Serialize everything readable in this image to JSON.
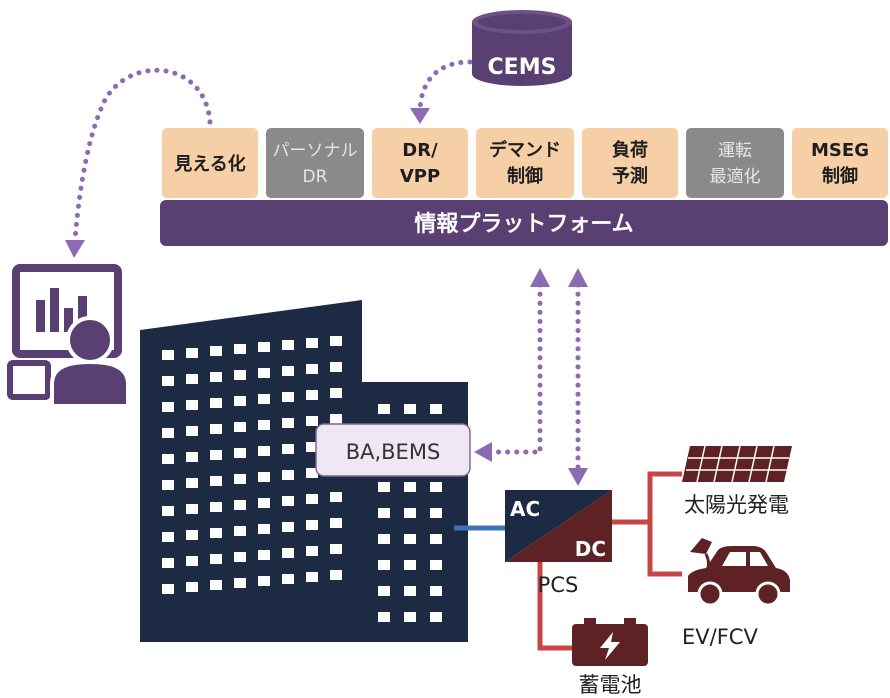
{
  "colors": {
    "purple": "#5a3f73",
    "purple_dark": "#4b3163",
    "dot_purple": "#8d6bb3",
    "peach": "#f6cfa6",
    "gray": "#8a8a8a",
    "navy": "#1d2a44",
    "brown": "#5f2224",
    "red_line": "#c94545",
    "blue_line": "#3f72b5",
    "bems_bg": "#efe7f3"
  },
  "cems": {
    "label": "CEMS",
    "icon": "database-icon"
  },
  "services": [
    {
      "lines": [
        "見える化"
      ],
      "style": "peach"
    },
    {
      "lines": [
        "パーソナル",
        "DR"
      ],
      "style": "gray"
    },
    {
      "lines": [
        "DR/",
        "VPP"
      ],
      "style": "peach"
    },
    {
      "lines": [
        "デマンド",
        "制御"
      ],
      "style": "peach"
    },
    {
      "lines": [
        "負荷",
        "予測"
      ],
      "style": "peach"
    },
    {
      "lines": [
        "運転",
        "最適化"
      ],
      "style": "gray"
    },
    {
      "lines": [
        "MSEG",
        "制御"
      ],
      "style": "peach"
    }
  ],
  "platform": {
    "label": "情報プラットフォーム"
  },
  "monitor": {
    "icon": "user-monitor-dashboard-icon"
  },
  "building": {
    "icon": "office-building-icon"
  },
  "bems": {
    "label": "BA,BEMS"
  },
  "pcs": {
    "ac": "AC",
    "dc": "DC",
    "label": "PCS"
  },
  "solar": {
    "label": "太陽光発電",
    "icon": "solar-panel-icon"
  },
  "ev": {
    "label": "EV/FCV",
    "icon": "electric-car-icon"
  },
  "battery": {
    "label": "蓄電池",
    "icon": "battery-icon"
  }
}
